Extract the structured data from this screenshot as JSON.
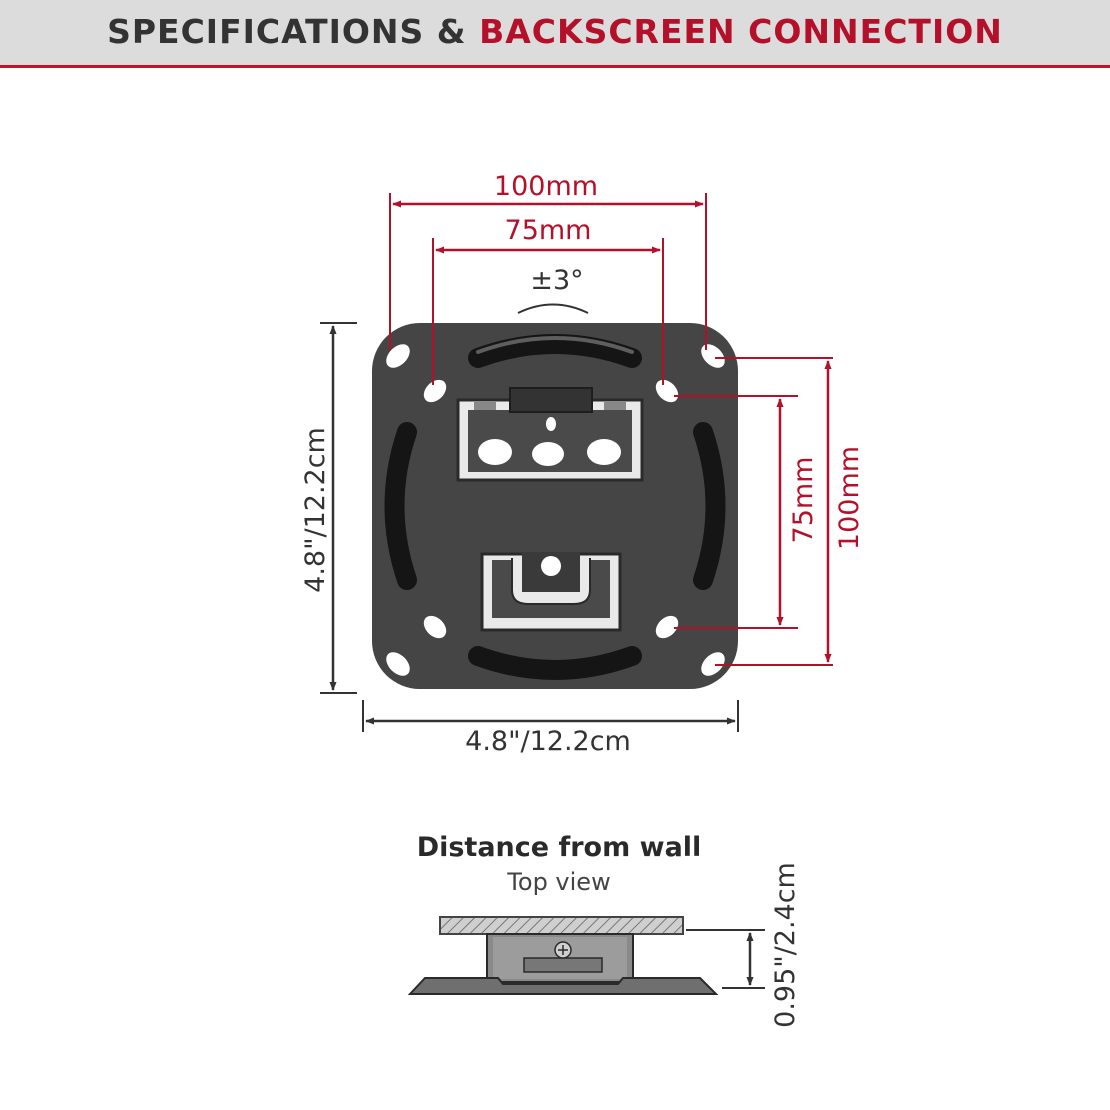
{
  "header": {
    "title_part1": "SPECIFICATIONS &",
    "title_part2": "BACKSCREEN CONNECTION"
  },
  "front_view": {
    "top_outer_width": "100mm",
    "top_inner_width": "75mm",
    "tilt": "±3°",
    "right_inner_height": "75mm",
    "right_outer_height": "100mm",
    "plate_height": "4.8\"/12.2cm",
    "plate_width": "4.8\"/12.2cm"
  },
  "side_view": {
    "title": "Distance from wall",
    "subtitle": "Top view",
    "depth": "0.95\"/2.4cm"
  },
  "colors": {
    "accent": "#b5102a",
    "plate": "#454545",
    "banner": "#dcdcdc"
  }
}
